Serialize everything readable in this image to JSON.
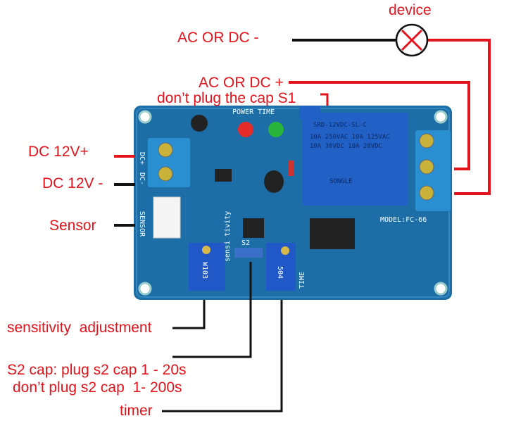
{
  "labels": {
    "device": "device",
    "ac_dc_minus": "AC OR DC -",
    "ac_dc_plus": "AC OR DC +",
    "s1_note": "don’t plug the cap S1",
    "dc_plus": "DC 12V+",
    "dc_minus": "DC 12V -",
    "sensor": "Sensor",
    "sensitivity": "sensitivity  adjustment",
    "s2_plug": "S2 cap: plug s2 cap 1 - 20s",
    "s2_noplug": "don’t plug s2 cap  1- 200s",
    "timer": "timer"
  },
  "board": {
    "power_time": "POWER TIME",
    "dc_plus": "DC+",
    "dc_minus": "DC-",
    "sensor": "SENSOR",
    "model": "MODEL:FC-66",
    "s2": "S2",
    "time": "TIME",
    "sensitivity": "sensi tivity",
    "pot1": "W103",
    "pot2": "504",
    "relay": {
      "model": "SRD-12VDC-SL-C",
      "line1": "10A 250VAC  10A 125VAC",
      "line2": "10A 30VDC  10A 28VDC",
      "brand": "SONGLE"
    }
  },
  "colors": {
    "wire_red": "#e3121b",
    "wire_black": "#111111",
    "pcb": "#1d6ea6",
    "relay": "#2160c4",
    "terminal": "#2a8fd0"
  },
  "icons": {
    "lamp": "lamp-cross-icon"
  }
}
